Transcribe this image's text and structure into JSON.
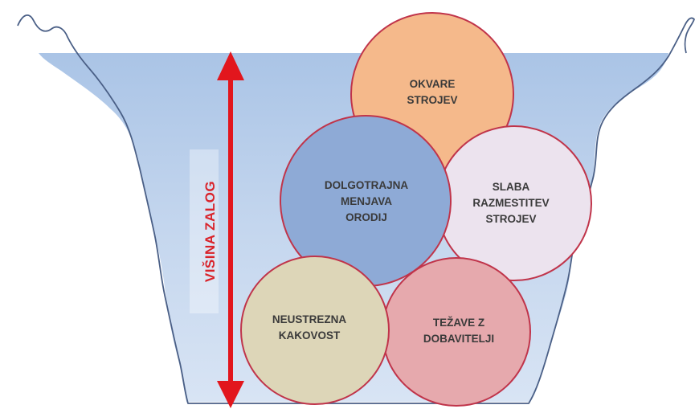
{
  "diagram": {
    "axis_label": "VIŠINA ZALOG",
    "circles": [
      {
        "id": "okvare",
        "label": "OKVARE\nSTROJEV",
        "color": "#f5b98b"
      },
      {
        "id": "dolgotrajna",
        "label": "DOLGOTRAJNA\nMENJAVA\nORODIJ",
        "color": "#8eaad6"
      },
      {
        "id": "slaba",
        "label": "SLABA\nRAZMESTITEV\nSTROJEV",
        "color": "#ece3ee"
      },
      {
        "id": "neustrezna",
        "label": "NEUSTREZNA\nKAKOVOST",
        "color": "#ddd6b8"
      },
      {
        "id": "tezave",
        "label": "TEŽAVE Z\nDOBAVITELJI",
        "color": "#e6a9ad"
      }
    ],
    "colors": {
      "water": "#b9cfe9",
      "circle_border": "#c0344a",
      "arrow": "#e2161d",
      "terrain": "#4a5f86"
    }
  }
}
